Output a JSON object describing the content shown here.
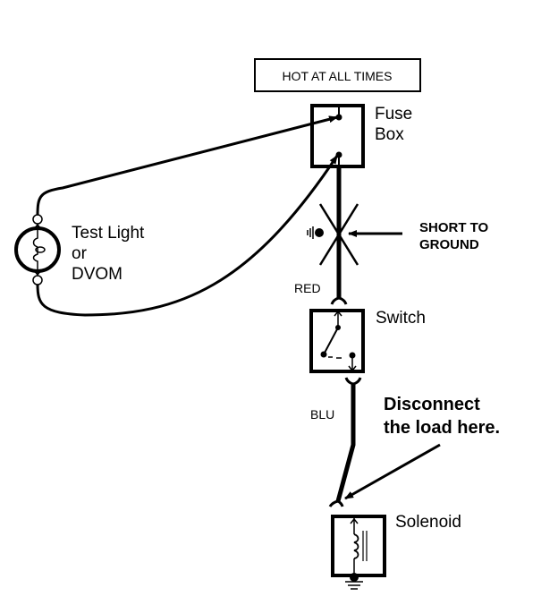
{
  "diagram": {
    "power_source": {
      "label": "HOT AT ALL TIMES"
    },
    "fuse_box": {
      "label_line1": "Fuse",
      "label_line2": "Box"
    },
    "test_light": {
      "label_line1": "Test Light",
      "label_line2": "or",
      "label_line3": "DVOM"
    },
    "fault": {
      "label_line1": "SHORT TO",
      "label_line2": "GROUND"
    },
    "wires": {
      "upper": "RED",
      "lower": "BLU"
    },
    "switch": {
      "label": "Switch"
    },
    "instruction": {
      "line1": "Disconnect",
      "line2": "the load here."
    },
    "load": {
      "label": "Solenoid"
    },
    "colors": {
      "ink": "#000000",
      "background": "#ffffff"
    }
  }
}
